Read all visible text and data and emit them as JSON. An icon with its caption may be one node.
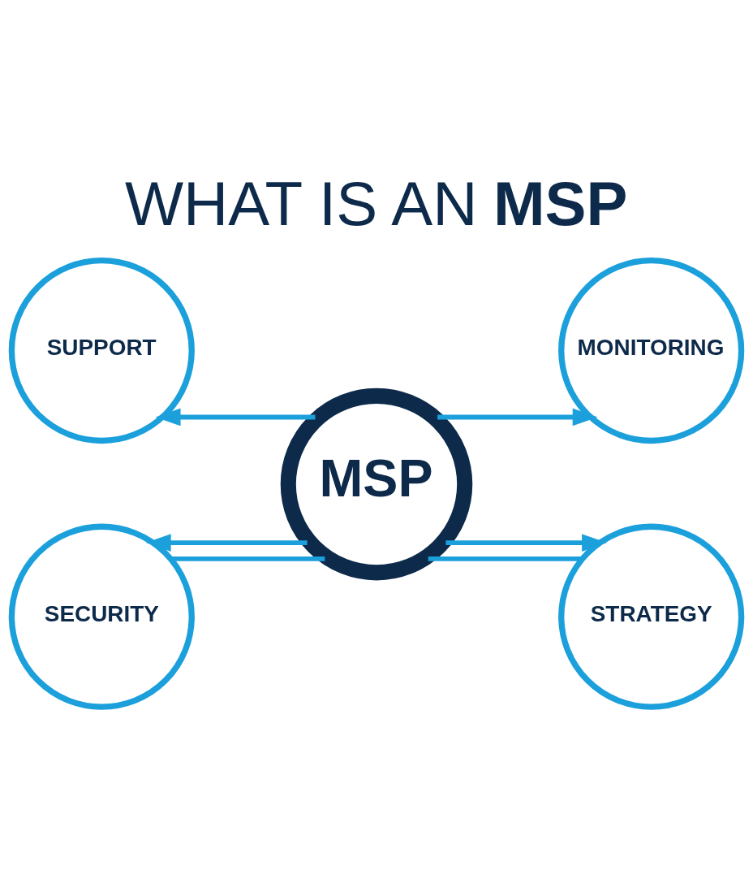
{
  "diagram": {
    "title": "WHAT IS AN **MSP**",
    "nodes": [
      {
        "text": [
          "SUPPORT"
        ]
      },
      {
        "text": [
          "MONITORING"
        ]
      },
      {
        "text": [
          "MSP"
        ]
      },
      {
        "text": [
          "SECURITY"
        ]
      },
      {
        "text": [
          "STRATEGY"
        ]
      }
    ],
    "edges": [
      {
        "from": 2,
        "to": 0,
        "arrow": "to"
      },
      {
        "from": 2,
        "to": 1,
        "arrow": "to"
      },
      {
        "from": 2,
        "to": 3,
        "arrow": "none"
      },
      {
        "from": 2,
        "to": 4,
        "arrow": "none"
      },
      {
        "from": 2,
        "to": 3,
        "arrow": "to"
      },
      {
        "from": 2,
        "to": 4,
        "arrow": "to"
      }
    ]
  }
}
